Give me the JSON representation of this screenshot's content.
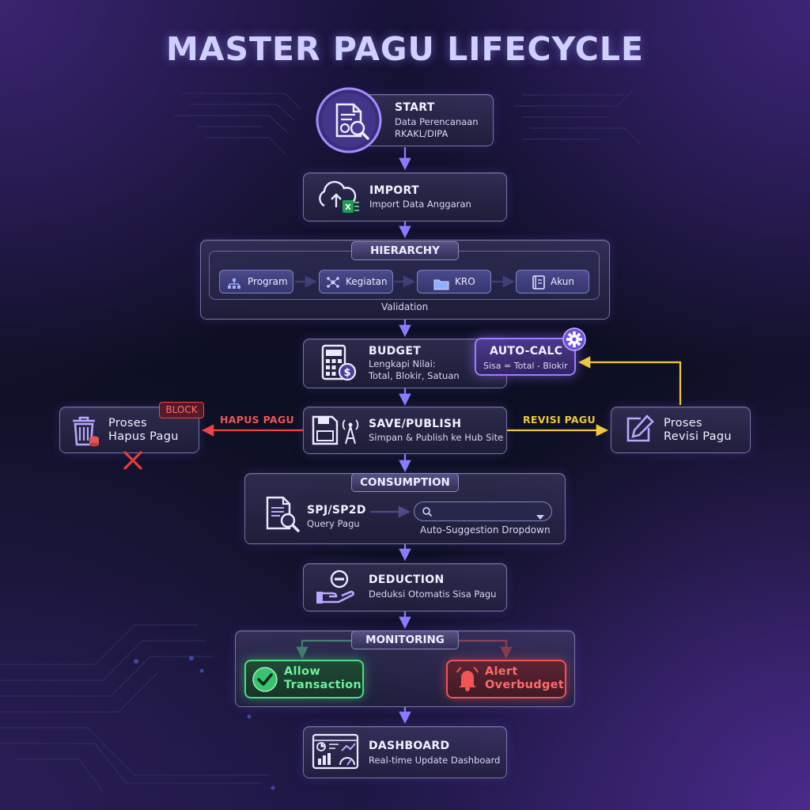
{
  "title": "MASTER PAGU LIFECYCLE",
  "start": {
    "title": "START",
    "sub1": "Data Perencanaan",
    "sub2": "RKAKL/DIPA"
  },
  "import": {
    "title": "IMPORT",
    "sub": "Import Data Anggaran"
  },
  "hierarchy": {
    "title": "HIERARCHY",
    "items": [
      "Program",
      "Kegiatan",
      "KRO",
      "Akun"
    ],
    "footer": "Validation"
  },
  "budget": {
    "title": "BUDGET",
    "sub1": "Lengkapi Nilai:",
    "sub2": "Total, Blokir, Satuan"
  },
  "autocalc": {
    "title": "AUTO-CALC",
    "sub": "Sisa = Total - Blokir"
  },
  "save": {
    "title": "SAVE/PUBLISH",
    "sub": "Simpan & Publish ke Hub Site"
  },
  "hapus": {
    "title1": "Proses",
    "title2": "Hapus Pagu",
    "badge": "BLOCK",
    "arrow_label": "HAPUS PAGU"
  },
  "revisi": {
    "title1": "Proses",
    "title2": "Revisi Pagu",
    "arrow_label": "REVISI PAGU"
  },
  "consumption": {
    "title": "CONSUMPTION",
    "item_title": "SPJ/SP2D",
    "item_sub": "Query Pagu",
    "dropdown_label": "Auto-Suggestion Dropdown"
  },
  "deduction": {
    "title": "DEDUCTION",
    "sub": "Deduksi Otomatis Sisa Pagu"
  },
  "monitoring": {
    "title": "MONITORING",
    "allow1": "Allow",
    "allow2": "Transaction",
    "alert1": "Alert",
    "alert2": "Overbudget"
  },
  "dashboard": {
    "title": "DASHBOARD",
    "sub": "Real-time Update Dashboard"
  },
  "colors": {
    "accent": "#8b7cff",
    "allow": "#4ade80",
    "alert": "#f05454",
    "revisi": "#e6c43a"
  }
}
